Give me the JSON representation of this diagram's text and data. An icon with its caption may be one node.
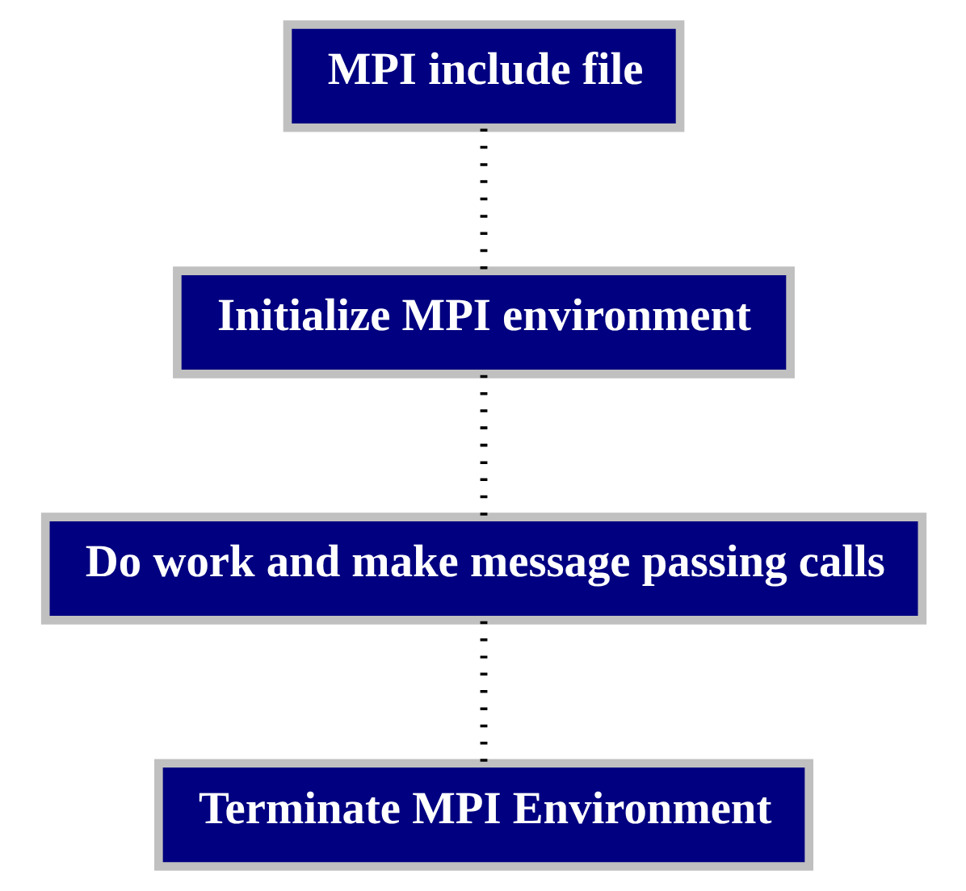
{
  "diagram": {
    "nodes": [
      {
        "text": [
          "MPI include file"
        ]
      },
      {
        "text": [
          "Initialize MPI environment"
        ]
      },
      {
        "text": [
          "Do work and make message passing calls"
        ]
      },
      {
        "text": [
          "Terminate MPI Environment"
        ]
      }
    ],
    "edges": [
      {
        "from": 0,
        "to": 1,
        "arrow": "none",
        "style": "dashed"
      },
      {
        "from": 1,
        "to": 2,
        "arrow": "none",
        "style": "dashed"
      },
      {
        "from": 2,
        "to": 3,
        "arrow": "none",
        "style": "dashed"
      }
    ]
  }
}
